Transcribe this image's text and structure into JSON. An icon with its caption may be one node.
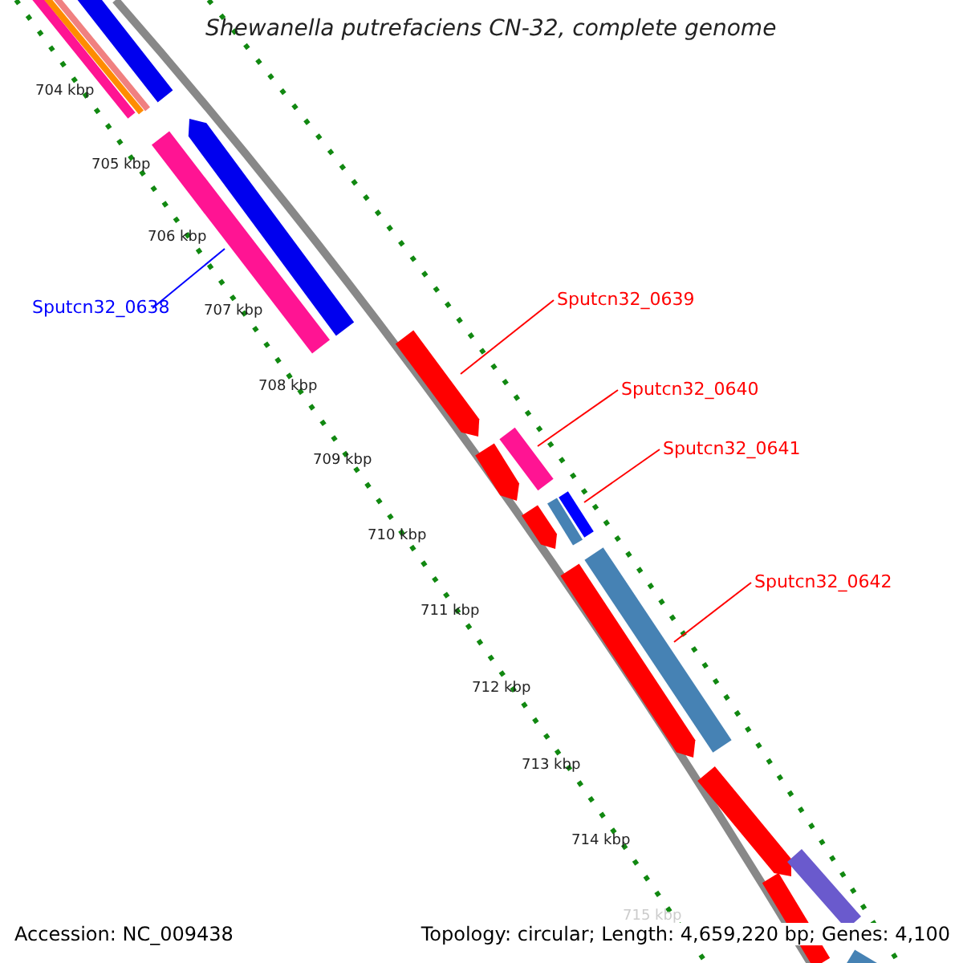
{
  "diagram": {
    "title": "Shewanella putrefaciens CN-32, complete genome",
    "nodes": [
      {
        "text": [
          "Sputcn32_0638"
        ]
      },
      {
        "text": [
          "Sputcn32_0639"
        ]
      },
      {
        "text": [
          "Sputcn32_0640"
        ]
      },
      {
        "text": [
          "Sputcn32_0641"
        ]
      },
      {
        "text": [
          "Sputcn32_0642"
        ]
      },
      {
        "text": [],
        "shape": "arrow"
      },
      {
        "text": [],
        "shape": "arrow"
      },
      {
        "text": [],
        "shape": "arrow"
      },
      {
        "text": [],
        "shape": "arrow"
      },
      {
        "text": [],
        "shape": "arrow"
      },
      {
        "text": [],
        "shape": "arrow"
      },
      {
        "text": [],
        "shape": "arrow"
      },
      {
        "text": [],
        "shape": "arrow"
      },
      {
        "text": [],
        "shape": "arrow"
      },
      {
        "text": [],
        "shape": "arrow"
      },
      {
        "text": [],
        "shape": "arrow"
      },
      {
        "text": [],
        "shape": "arrow"
      },
      {
        "text": [],
        "shape": "arrow"
      },
      {
        "text": [],
        "shape": "arrow"
      },
      {
        "text": [],
        "shape": "arrow"
      },
      {
        "text": [],
        "shape": "arrow"
      },
      {
        "text": [],
        "shape": "arrow"
      },
      {
        "text": [],
        "shape": "arrow"
      }
    ],
    "edges": [
      {
        "from": 0,
        "to": 10,
        "arrow": "none",
        "color": "#0000ff"
      },
      {
        "from": 1,
        "to": 11,
        "arrow": "none"
      },
      {
        "from": 2,
        "to": 12,
        "arrow": "none"
      },
      {
        "from": 3,
        "to": 15,
        "arrow": "none"
      },
      {
        "from": 4,
        "to": 18,
        "arrow": "none"
      }
    ],
    "labels": [
      "704 kbp",
      "705 kbp",
      "706 kbp",
      "707 kbp",
      "708 kbp",
      "709 kbp",
      "710 kbp",
      "711 kbp",
      "712 kbp",
      "713 kbp",
      "714 kbp",
      "715 kbp",
      "Accession: NC_009438",
      "Topology: circular; Length: 4,659,220 bp; Genes: 4,100"
    ]
  }
}
